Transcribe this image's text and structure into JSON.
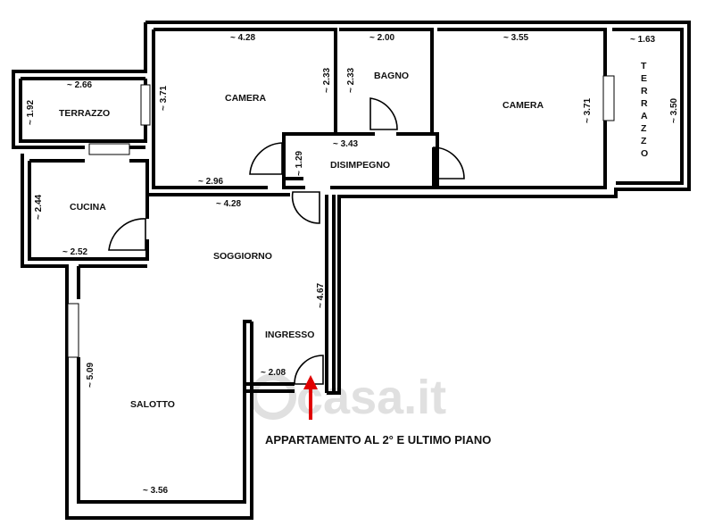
{
  "rooms": {
    "camera_left": "CAMERA",
    "bagno": "BAGNO",
    "camera_right": "CAMERA",
    "terrazzo_left": "TERRAZZO",
    "terrazzo_right": [
      "T",
      "E",
      "R",
      "R",
      "A",
      "Z",
      "Z",
      "O"
    ],
    "disimpegno": "DISIMPEGNO",
    "cucina": "CUCINA",
    "soggiorno": "SOGGIORNO",
    "ingresso": "INGRESSO",
    "salotto": "SALOTTO"
  },
  "dimensions": {
    "camera_left_width": "~ 4.28",
    "camera_left_depth": "~ 3.71",
    "camera_left_bottom": "~ 2.96",
    "camera_left_right": "~ 2.33",
    "bagno_width": "~ 2.00",
    "bagno_depth": "~ 2.33",
    "camera_right_width": "~ 3.55",
    "camera_right_depth": "~ 3.71",
    "terrazzo_right_width": "~ 1.63",
    "terrazzo_right_depth": "~ 3.50",
    "terrazzo_left_width": "~ 2.66",
    "terrazzo_left_depth": "~ 1.92",
    "disimpegno_width": "~ 3.43",
    "disimpegno_depth": "~ 1.29",
    "cucina_depth": "~ 2.44",
    "cucina_width": "~ 2.52",
    "soggiorno_width": "~ 4.28",
    "ingresso_depth": "~ 4.67",
    "ingresso_width": "~ 2.08",
    "salotto_depth": "~ 5.09",
    "salotto_width": "~ 3.56"
  },
  "caption": "APPARTAMENTO AL 2° E ULTIMO PIANO",
  "watermark": "casa.it",
  "colors": {
    "wall": "#000000",
    "arrow": "#e00000",
    "background": "#ffffff"
  }
}
